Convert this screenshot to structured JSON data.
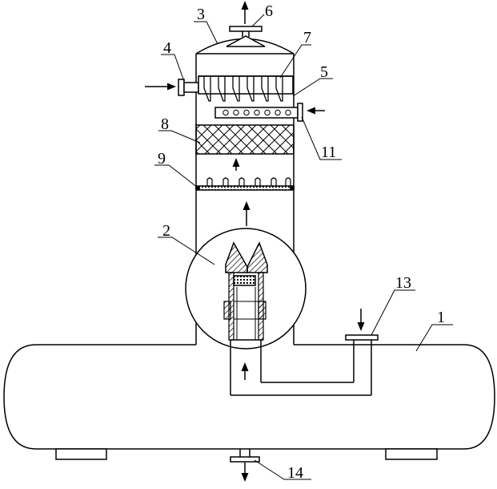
{
  "diagram": {
    "labels": {
      "l1": "1",
      "l2": "2",
      "l3": "3",
      "l4": "4",
      "l5": "5",
      "l6": "6",
      "l7": "7",
      "l8": "8",
      "l9": "9",
      "l11": "11",
      "l13": "13",
      "l14": "14"
    },
    "colors": {
      "line": "#000000",
      "background": "#ffffff"
    }
  }
}
